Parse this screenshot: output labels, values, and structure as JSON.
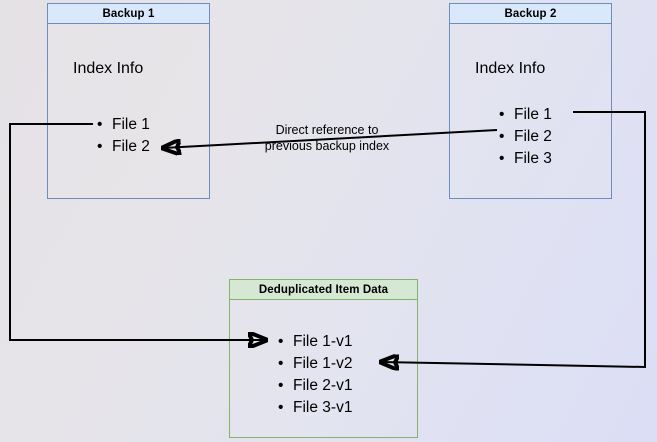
{
  "diagram": {
    "title_hidden": "Backup deduplication index reference diagram",
    "background_colors": {
      "start": "#e5e2e6",
      "end": "#dcdef6"
    },
    "boxes": [
      {
        "id": "backup1",
        "title": "Backup 1",
        "heading": "Index Info",
        "border_color": "#6c8ebf",
        "title_fill": "#dae8fc",
        "items": [
          "File 1",
          "File 2"
        ]
      },
      {
        "id": "backup2",
        "title": "Backup 2",
        "heading": "Index Info",
        "border_color": "#6c8ebf",
        "title_fill": "#dae8fc",
        "items": [
          "File 1",
          "File 2",
          "File 3"
        ]
      },
      {
        "id": "dedup",
        "title": "Deduplicated Item Data",
        "heading": "",
        "border_color": "#82b366",
        "title_fill": "#d5e8d4",
        "items": [
          "File 1-v1",
          "File 1-v2",
          "File 2-v1",
          "File 3-v1"
        ]
      }
    ],
    "annotations": [
      {
        "id": "direct-reference-label",
        "text": "Direct reference to\nprevious backup index"
      }
    ],
    "connector_color": "#000000"
  }
}
